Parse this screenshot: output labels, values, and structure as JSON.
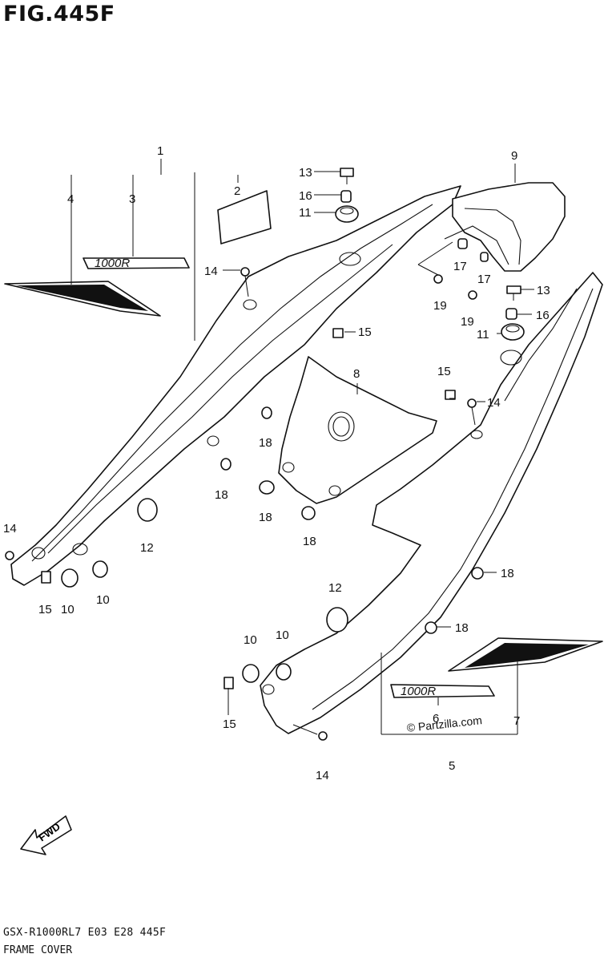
{
  "figure": {
    "title": "FIG.445F",
    "model_code": "GSX-R1000RL7  E03  E28  445F",
    "caption": "FRAME COVER",
    "watermark": "© Partzilla.com"
  },
  "callouts": [
    "1",
    "2",
    "3",
    "4",
    "5",
    "6",
    "7",
    "8",
    "9",
    "10",
    "10",
    "10",
    "10",
    "11",
    "11",
    "12",
    "12",
    "13",
    "13",
    "14",
    "14",
    "14",
    "14",
    "14",
    "15",
    "15",
    "15",
    "15",
    "16",
    "16",
    "17",
    "17",
    "18",
    "18",
    "18",
    "18",
    "18",
    "18",
    "18",
    "19",
    "19"
  ],
  "decal_text": "1000R",
  "fwd_label": "FWD",
  "colors": {
    "line": "#111111",
    "background": "#ffffff"
  }
}
